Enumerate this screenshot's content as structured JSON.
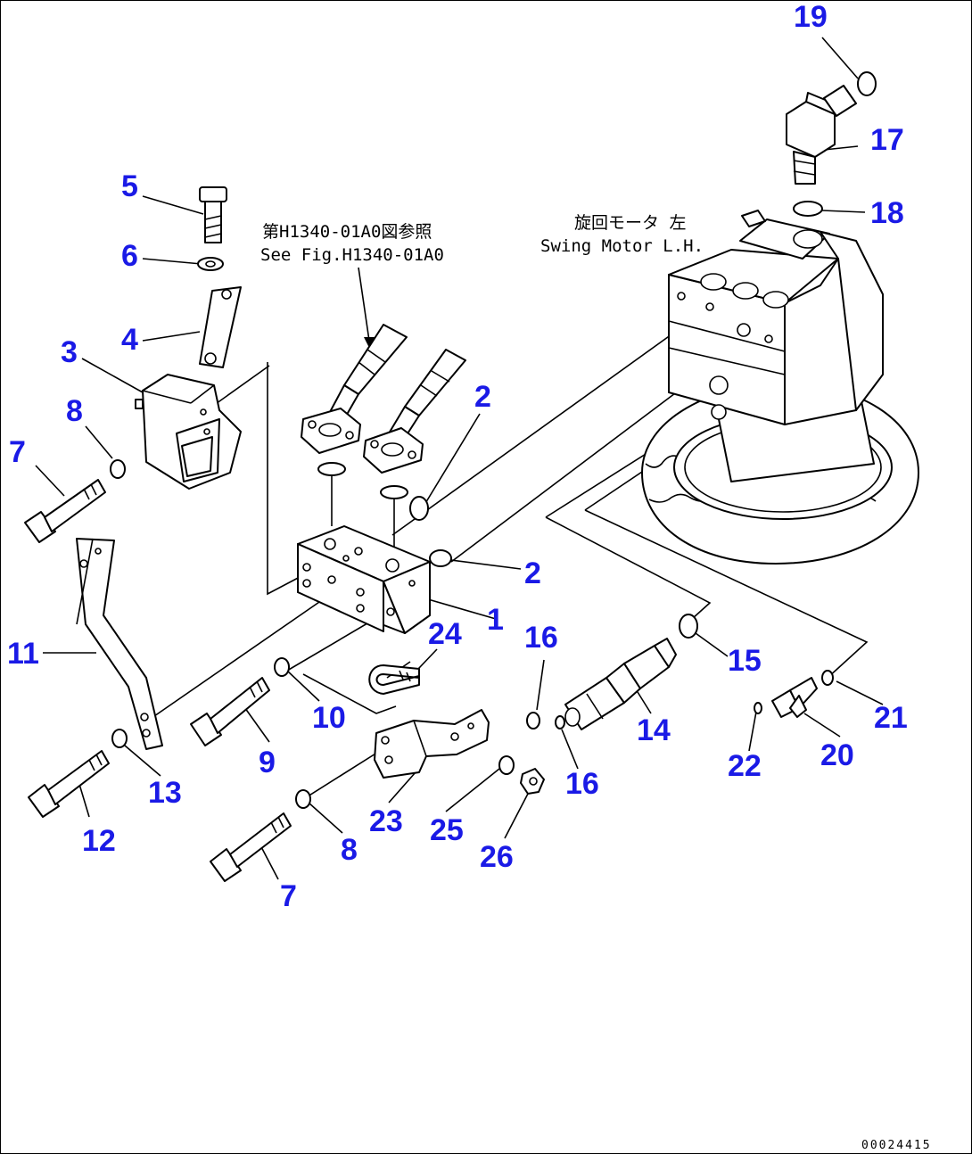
{
  "references": {
    "see_fig_jp": "第H1340-01A0図参照",
    "see_fig_en": "See Fig.H1340-01A0",
    "motor_jp": "旋回モータ 左",
    "motor_en": "Swing Motor L.H."
  },
  "drawing_code": "00024415",
  "callouts": [
    "1",
    "2",
    "2",
    "3",
    "4",
    "5",
    "6",
    "7",
    "7",
    "8",
    "8",
    "9",
    "10",
    "11",
    "12",
    "13",
    "14",
    "15",
    "16",
    "16",
    "17",
    "18",
    "19",
    "20",
    "21",
    "22",
    "23",
    "24",
    "25",
    "26"
  ],
  "colors": {
    "callout": "#1a1ae6",
    "line": "#000000",
    "background": "#ffffff"
  }
}
